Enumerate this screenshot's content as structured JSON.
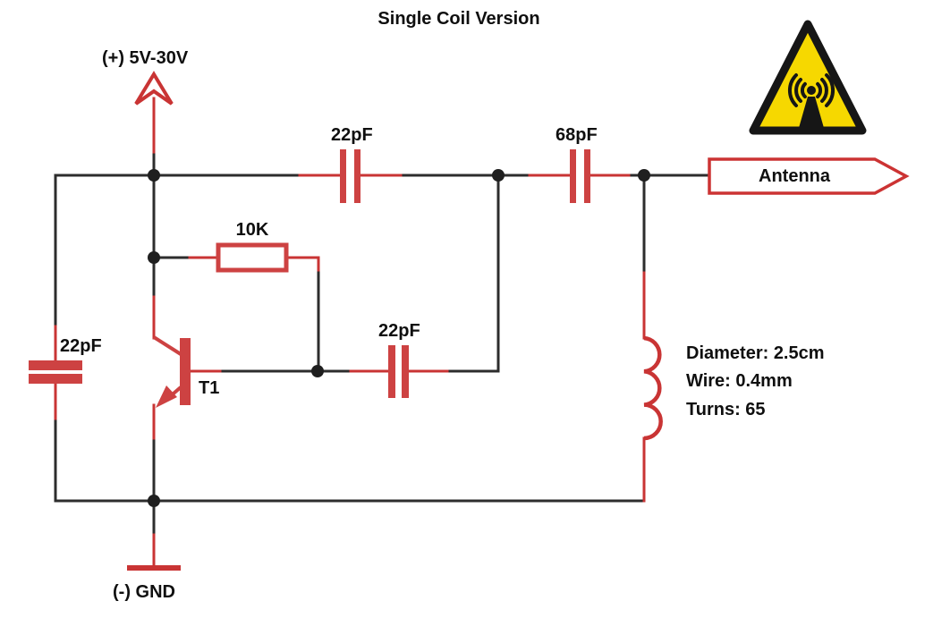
{
  "title": "Single Coil Version",
  "power": {
    "label": "(+) 5V-30V"
  },
  "ground": {
    "label": "(-) GND"
  },
  "components": {
    "capacitor_top": {
      "value": "22pF"
    },
    "capacitor_antenna": {
      "value": "68pF"
    },
    "capacitor_feedback": {
      "value": "22pF"
    },
    "capacitor_left": {
      "value": "22pF"
    },
    "resistor": {
      "value": "10K"
    },
    "transistor": {
      "designator": "T1"
    },
    "antenna_flag": {
      "label": "Antenna"
    },
    "coil": {
      "spec_diameter": "Diameter: 2.5cm",
      "spec_wire": "Wire: 0.4mm",
      "spec_turns": "Turns: 65"
    }
  },
  "icons": {
    "warning_sign": "non-ionizing-radiation-warning-icon",
    "power_arrow": "supply-arrow-icon",
    "ground_symbol": "ground-bar-icon"
  },
  "colors": {
    "wire_black": "#2d2d2d",
    "wire_red": "#c93434",
    "component_red": "#cd4242",
    "junction_dot": "#1f1f1f",
    "warning_yellow": "#f6d800",
    "warning_black": "#161616",
    "text": "#0f0f0f",
    "background": "#ffffff"
  }
}
